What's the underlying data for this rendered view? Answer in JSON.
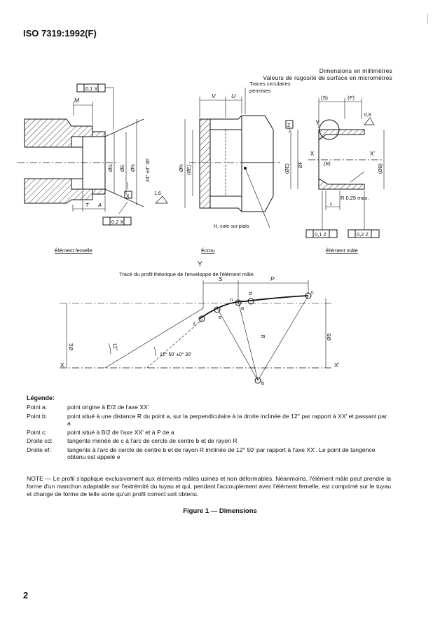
{
  "header": {
    "standard": "ISO 7319:1992(F)"
  },
  "notes_top": {
    "line1": "Dimensions en millimètres",
    "line2": "Valeurs de rugosité de surface en micromètres"
  },
  "drawing": {
    "labels": {
      "traces": "Traces circulaires",
      "permises": "permises",
      "tol_01_x": "0,1 X",
      "tol_02_x": "0,2 X",
      "tol_01_z": "0,1 Z",
      "tol_02_z": "0,2 Z",
      "m": "M",
      "v": "V",
      "u": "U",
      "s_par": "(S)",
      "p_par": "(P)",
      "rough_08": "0,8",
      "rough_16": "1,6",
      "y": "Y",
      "z": "Z",
      "x": "X",
      "x_prime": "X'",
      "phi_g": "ØG",
      "phi_e": "ØE",
      "phi_n": "ØN",
      "phi_n2": "ØN",
      "phi_e_paren": "(ØE)",
      "phi_e_paren2": "(ØE)",
      "phi_f": "ØF",
      "phi_b_paren": "(ØB)",
      "angle_24": "24° ±0° 30'",
      "t": "T",
      "a": "A",
      "l": "L",
      "r_paren": "(R)",
      "r_max": "R 0,25 max.",
      "h_plats": "H, cote sur plats",
      "element_femelle": "Élément femelle",
      "ecrou": "Écrou",
      "element_male": "Élément mâle",
      "profile_y": "Y",
      "profile_title": "Tracé du profil théorique de l'enveloppe de l'élément mâle",
      "profile_s": "S",
      "profile_p": "P",
      "pt_a": "a",
      "pt_b": "b",
      "pt_c": "c",
      "pt_d": "d",
      "pt_e": "e",
      "pt_f": "f",
      "pt_n": "n",
      "pt_r": "R",
      "angle_12": "12°",
      "angle_1250": "12° 50' ±0° 30'",
      "phi_b": "ØB",
      "profile_x": "X",
      "profile_xp": "X'"
    }
  },
  "legend": {
    "title": "Légende:",
    "items": [
      {
        "term": "Point a:",
        "text": "point origine à E/2 de l'axe XX'"
      },
      {
        "term": "Point b:",
        "text": "point situé à une distance R du point a, sur la perpendiculaire à la droite inclinée de 12° par rapport à XX' et passant par a"
      },
      {
        "term": "Point c:",
        "text": "point situé à B/2 de l'axe XX' et à P de a"
      },
      {
        "term": "Droite cd:",
        "text": "tangente menée de c à l'arc de cercle de centre b et de rayon R"
      },
      {
        "term": "Droite ef:",
        "text": "tangente à l'arc de cercle de centre b et de rayon R inclinée de 12° 50' par rapport à l'axe XX'. Le point de tangence obtenu est appelé e"
      }
    ]
  },
  "note": "NOTE — Le profil s'applique exclusivement aux éléments mâles usinés et non déformables. Néanmoins, l'élément mâle peut prendre la forme d'un manchon adaptable sur l'extrémité du tuyau et qui, pendant l'accouplement avec l'élément femelle, est comprimé sur le tuyau et change de forme de telle sorte qu'un profil correct soit obtenu.",
  "caption": "Figure 1 — Dimensions",
  "page_number": "2"
}
